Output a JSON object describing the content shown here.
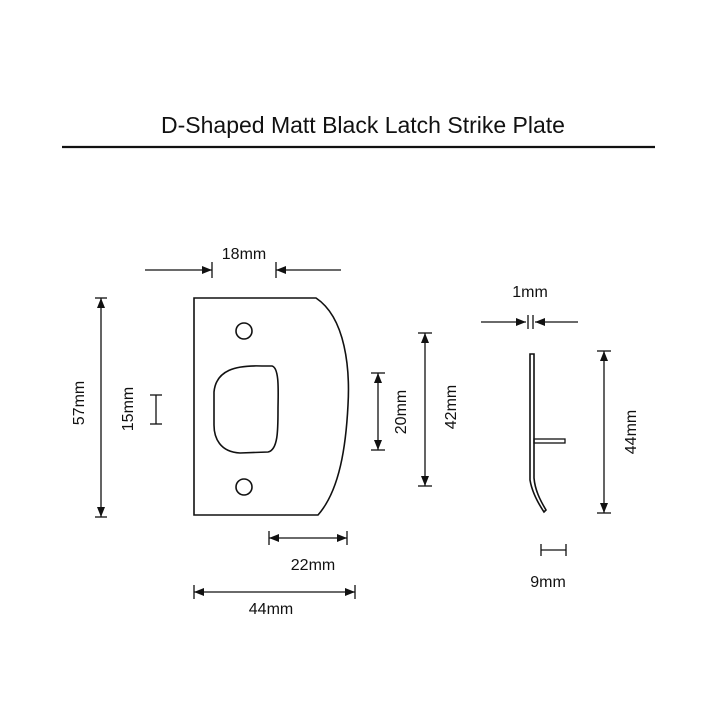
{
  "title": "D-Shaped Matt Black Latch Strike Plate",
  "colors": {
    "background": "#ffffff",
    "ink": "#111111"
  },
  "front_view": {
    "dimensions": {
      "width_top": "18mm",
      "height_total": "57mm",
      "hole_spacing": "15mm",
      "opening_height": "20mm",
      "face_height": "42mm",
      "curve_width": "22mm",
      "width_total": "44mm"
    }
  },
  "side_view": {
    "dimensions": {
      "thickness": "1mm",
      "height": "44mm",
      "tab_depth": "9mm"
    }
  }
}
